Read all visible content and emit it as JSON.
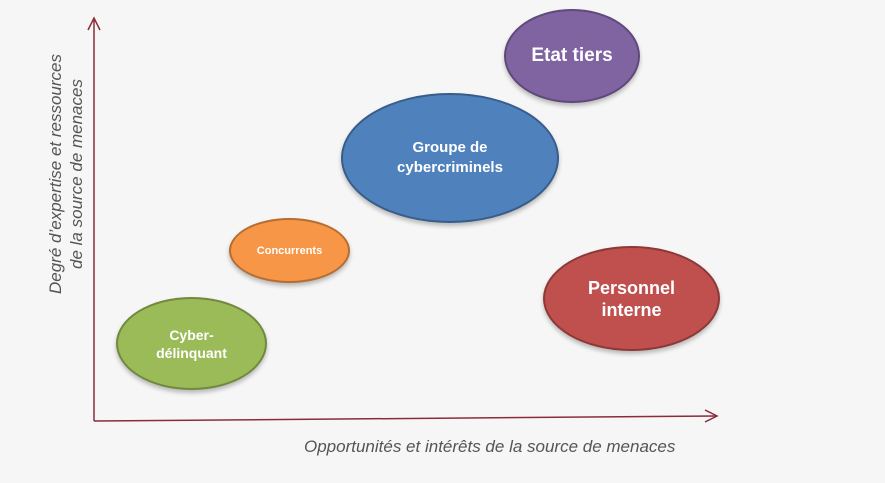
{
  "diagram": {
    "x_axis_label": "Opportunités et intérêts de la source de menaces",
    "y_axis_label_line1": "Degré d’expertise et ressources",
    "y_axis_label_line2": "de la source de menaces",
    "axis_color": "#8b2b3a",
    "bubbles": [
      {
        "id": "etat-tiers",
        "label_lines": [
          "Etat tiers"
        ],
        "fill": "#8064a2",
        "stroke": "#5f497a"
      },
      {
        "id": "groupe-cybercriminels",
        "label_lines": [
          "Groupe de",
          "cybercriminels"
        ],
        "fill": "#4f81bd",
        "stroke": "#385d8a"
      },
      {
        "id": "concurrents",
        "label_lines": [
          "Concurrents"
        ],
        "fill": "#f79646",
        "stroke": "#b66d31"
      },
      {
        "id": "personnel-interne",
        "label_lines": [
          "Personnel",
          "interne"
        ],
        "fill": "#c0504d",
        "stroke": "#8c3836"
      },
      {
        "id": "cyber-delinquant",
        "label_lines": [
          "Cyber-",
          "délinquant"
        ],
        "fill": "#9bbb59",
        "stroke": "#71893f"
      }
    ]
  }
}
